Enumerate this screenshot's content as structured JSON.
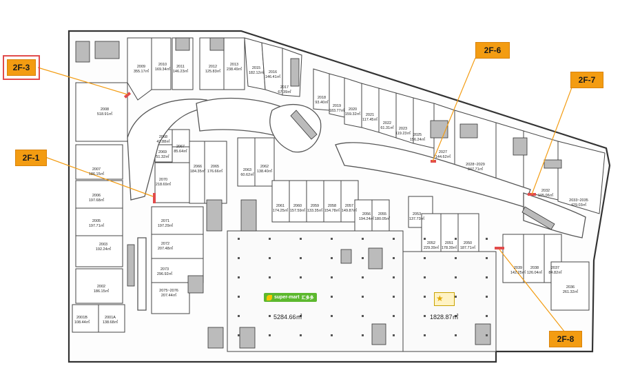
{
  "callouts": [
    "2F-3",
    "2F-1",
    "2F-6",
    "2F-7",
    "2F-8"
  ],
  "units": [
    {
      "id": "2009",
      "area": "355.17㎡"
    },
    {
      "id": "2010",
      "area": "169.34㎡"
    },
    {
      "id": "2011",
      "area": "146.23㎡"
    },
    {
      "id": "2012",
      "area": "125.83㎡"
    },
    {
      "id": "2013",
      "area": "238.49㎡"
    },
    {
      "id": "2015",
      "area": "182.12㎡"
    },
    {
      "id": "2016",
      "area": "146.41㎡"
    },
    {
      "id": "2017",
      "area": "67.39㎡"
    },
    {
      "id": "2018",
      "area": "93.40㎡"
    },
    {
      "id": "2019",
      "area": "183.77㎡"
    },
    {
      "id": "2020",
      "area": "159.32㎡"
    },
    {
      "id": "2021",
      "area": "117.45㎡"
    },
    {
      "id": "2022",
      "area": "61.31㎡"
    },
    {
      "id": "2023",
      "area": "119.23㎡"
    },
    {
      "id": "2025",
      "area": "156.24㎡"
    },
    {
      "id": "2027",
      "area": "144.62㎡"
    },
    {
      "id": "2028~2029",
      "area": "347.71㎡"
    },
    {
      "id": "2032",
      "area": "105.06㎡"
    },
    {
      "id": "2033~2035",
      "area": "429.03㎡"
    },
    {
      "id": "2008",
      "area": "518.91㎡"
    },
    {
      "id": "2007",
      "area": "186.15㎡"
    },
    {
      "id": "2006",
      "area": "197.68㎡"
    },
    {
      "id": "2005",
      "area": "197.71㎡"
    },
    {
      "id": "2003",
      "area": "192.24㎡"
    },
    {
      "id": "2002",
      "area": "186.15㎡"
    },
    {
      "id": "2001B",
      "area": "108.44㎡"
    },
    {
      "id": "2001A",
      "area": "138.68㎡"
    },
    {
      "id": "2068",
      "area": "42.88㎡"
    },
    {
      "id": "2067",
      "area": "85.64㎡"
    },
    {
      "id": "2069",
      "area": "51.32㎡"
    },
    {
      "id": "2066",
      "area": "184.35㎡"
    },
    {
      "id": "2065",
      "area": "176.66㎡"
    },
    {
      "id": "2070",
      "area": "218.69㎡"
    },
    {
      "id": "2071",
      "area": "197.29㎡"
    },
    {
      "id": "2072",
      "area": "207.48㎡"
    },
    {
      "id": "2073",
      "area": "296.92㎡"
    },
    {
      "id": "2075~2076",
      "area": "207.44㎡"
    },
    {
      "id": "2063",
      "area": "60.62㎡"
    },
    {
      "id": "2062",
      "area": "138.40㎡"
    },
    {
      "id": "2061",
      "area": "174.25㎡"
    },
    {
      "id": "2060",
      "area": "157.59㎡"
    },
    {
      "id": "2059",
      "area": "133.35㎡"
    },
    {
      "id": "2058",
      "area": "154.78㎡"
    },
    {
      "id": "2057",
      "area": "149.87㎡"
    },
    {
      "id": "2056",
      "area": "194.24㎡"
    },
    {
      "id": "2055",
      "area": "180.05㎡"
    },
    {
      "id": "2053",
      "area": "137.73㎡"
    },
    {
      "id": "2052",
      "area": "229.39㎡"
    },
    {
      "id": "2051",
      "area": "178.39㎡"
    },
    {
      "id": "2050",
      "area": "187.71㎡"
    },
    {
      "id": "2039",
      "area": "142.25㎡"
    },
    {
      "id": "2038",
      "area": "126.04㎡"
    },
    {
      "id": "2037",
      "area": "84.82㎡"
    },
    {
      "id": "2036",
      "area": "261.32㎡"
    }
  ],
  "supermarket": {
    "brand": "super-mart",
    "sub": "汇多多",
    "area": "5284.66㎡"
  },
  "anchor2": {
    "area": "1828.87㎡"
  },
  "colors": {
    "callout": "#f39c12",
    "leader": "#f39c12",
    "highlight": "#e14b4b",
    "brand": "#5cb82e"
  }
}
